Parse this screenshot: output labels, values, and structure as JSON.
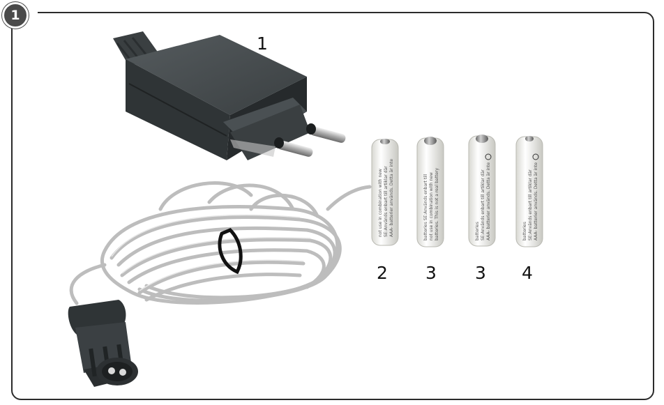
{
  "figure": {
    "number": "1",
    "parts": [
      {
        "id": "adapter",
        "label": "1"
      },
      {
        "id": "battery-a",
        "label": "2"
      },
      {
        "id": "battery-b",
        "label": "3"
      },
      {
        "id": "battery-c",
        "label": "3"
      },
      {
        "id": "battery-d",
        "label": "4"
      }
    ],
    "colors": {
      "frame": "#2b2b2b",
      "badge": "#4a4a4a",
      "adapter_body": "#3f4446",
      "cable": "#c9c9c9",
      "battery": "#f4f4f0"
    }
  }
}
